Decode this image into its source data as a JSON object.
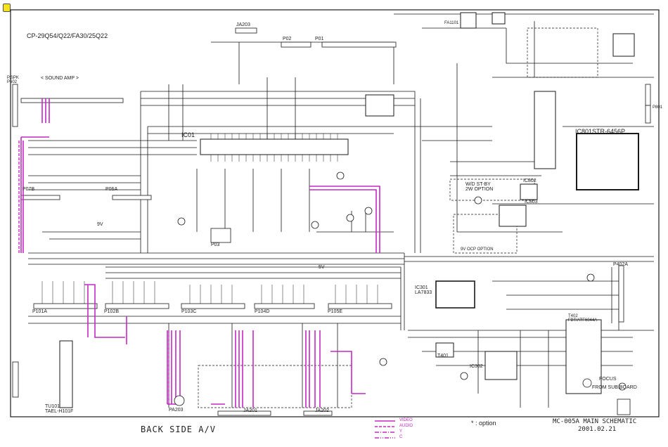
{
  "header": {
    "model": "CP-29Q54/Q22/FA30/25Q22"
  },
  "connectors": {
    "ja203": "JA203",
    "p02": "P02",
    "p01": "P01",
    "sound_amp": "< SOUND AMP >",
    "spk": "P.SPK\nP602",
    "p07b": "P07B",
    "p06a": "P06A",
    "p03": "P03",
    "p101a": "P101A",
    "p102b": "P102B",
    "p103c": "P103C",
    "p104d": "P104D",
    "p105e": "P105E",
    "p402a": "P402A",
    "p801": "P801",
    "pa203": "PA203",
    "ja201": "JA201",
    "ja202": "JA202"
  },
  "ics": {
    "ic01": "IC01",
    "ic801": "IC801STR-6456P",
    "ic802": "IC802",
    "ic803": "IC803",
    "ic301": "IC301\nLA7833",
    "ic302": "IC302",
    "t401": "T401",
    "t402": "T402\nFBT/ATF6044A",
    "tu101": "TU101\nTAEL-H101F"
  },
  "notes": {
    "wd_stby": "W/D ST-BY\n2W OPTION",
    "ocp_option": "9V OCP OPTION",
    "focus": "FOCUS",
    "from_subboard": "FROM SUB.BOARD",
    "fa1101": "FA1101",
    "v5": "5V",
    "v9": "9V"
  },
  "footer": {
    "back_side": "BACK SIDE A/V",
    "option_note": "* : option",
    "schematic_title": "MC-005A MAIN SCHEMATIC",
    "date": "2001.02.21"
  },
  "legend": [
    {
      "label": "VIDEO",
      "style": "solid"
    },
    {
      "label": "AUDIO",
      "style": "dash"
    },
    {
      "label": "Y",
      "style": "dashdot"
    },
    {
      "label": "C",
      "style": "dashdot"
    }
  ],
  "colors": {
    "wire": "#1a1a1a",
    "signal": "#c428c4",
    "background": "#ffffff",
    "marker": "#f4e21c"
  }
}
